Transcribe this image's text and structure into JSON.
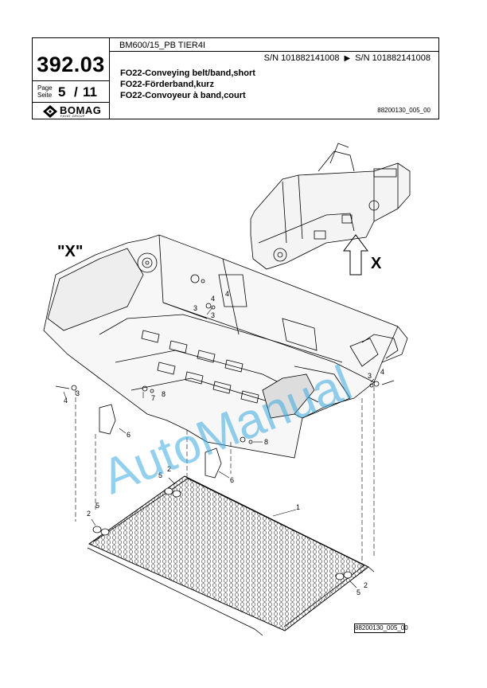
{
  "header": {
    "model": "BM600/15_PB TIER4I",
    "sn_from": "S/N 101882141008",
    "sn_arrow": "▶",
    "sn_to": "S/N 101882141008",
    "catalog_number": "392.03",
    "page_label": "Page\nSeite",
    "page_label_en": "Page",
    "page_label_de": "Seite",
    "page_current": "5",
    "page_separator": "/",
    "page_total": "11",
    "title_en": "FO22-Conveying belt/band,short",
    "title_de": "FO22-Förderband,kurz",
    "title_fr": "FO22-Convoyeur à band,court",
    "figure_ref": "88200130_005_00"
  },
  "logo": {
    "name": "BOMAG",
    "subtitle": "FAYAT GROUP"
  },
  "drawing": {
    "view_label_x": "\"X\"",
    "arrow_label": "X",
    "callouts": [
      "4",
      "3",
      "4",
      "3",
      "4",
      "3",
      "7",
      "8",
      "6",
      "8",
      "6",
      "2",
      "5",
      "5",
      "2",
      "1",
      "5",
      "2",
      "3",
      "4"
    ],
    "figure_id": "88200130_005_00"
  },
  "watermark": "AutoManual"
}
